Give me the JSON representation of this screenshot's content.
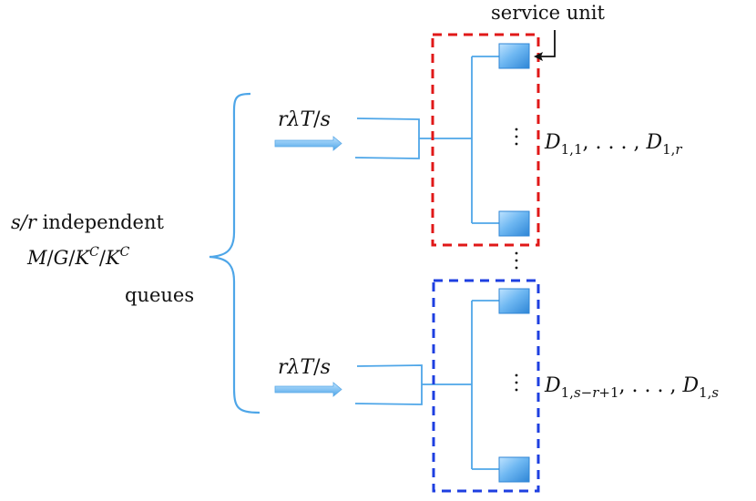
{
  "colors": {
    "line": "#4ea6e8",
    "box_top": "#e01818",
    "box_bottom": "#1e3fe0",
    "server_light": "#9fd2ff",
    "server_dark": "#2f86d6",
    "text": "#111111"
  },
  "labels": {
    "service_unit": "service unit",
    "queues_line1": "s/r independent",
    "queues_line2": "M/G/K^C/K^C",
    "queues_line3": "queues",
    "rate_top": "rλT/s",
    "rate_bottom": "rλT/s",
    "group_top": "D_{1,1}, . . . , D_{1,r}",
    "group_bottom": "D_{1,s−r+1}, . . . , D_{1,s}"
  },
  "icons": {
    "service_unit": "square-server-icon",
    "arrow": "right-arrow-icon",
    "brace": "left-curly-brace-icon"
  }
}
